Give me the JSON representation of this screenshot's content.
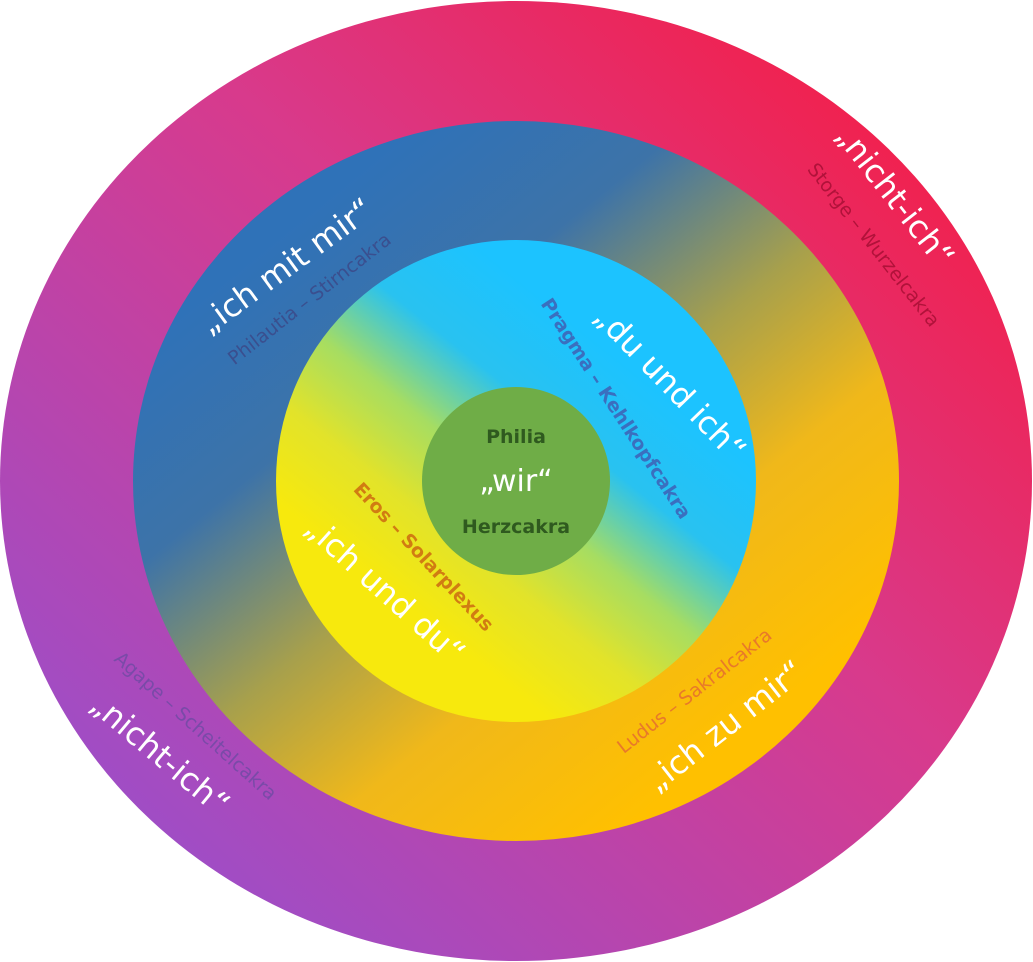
{
  "rings": {
    "outer": {
      "top_right_phrase": "„nicht-ich“",
      "top_right_subtitle": "Storge – Wurzelcakra",
      "bottom_left_phrase": "„nicht-ich“",
      "bottom_left_subtitle": "Agape – Scheitelcakra"
    },
    "second": {
      "top_left_phrase": "„ich mit mir“",
      "top_left_subtitle": "Philautia – Stirncakra",
      "bottom_right_phrase": "„ich zu mir“",
      "bottom_right_subtitle": "Ludus – Sakralcakra"
    },
    "third": {
      "top_right_phrase": "„du und ich“",
      "top_right_subtitle": "Pragma – Kehlkopfcakra",
      "bottom_left_phrase": "„ich und du“",
      "bottom_left_subtitle": "Eros – Solarplexus"
    },
    "center": {
      "top": "Philia",
      "middle": "„wir“",
      "bottom": "Herzcakra"
    }
  },
  "colors": {
    "outer_pink": "#f0204a",
    "outer_magenta": "#d83a8e",
    "outer_purple": "#9a4fcb",
    "second_blue": "#2f72b8",
    "second_orange": "#ffc000",
    "third_cyan": "#1cc3ff",
    "third_yellow": "#f3e812",
    "center_green": "#6fad47",
    "center_text": "#2f5a1f",
    "text_dark_red": "#b1123a",
    "text_dark_blue": "#3a4f8f",
    "text_purple": "#7a4aa8",
    "text_orange": "#e8792a",
    "text_mid_blue": "#3a6fbf",
    "text_brown_orange": "#d17c12"
  }
}
